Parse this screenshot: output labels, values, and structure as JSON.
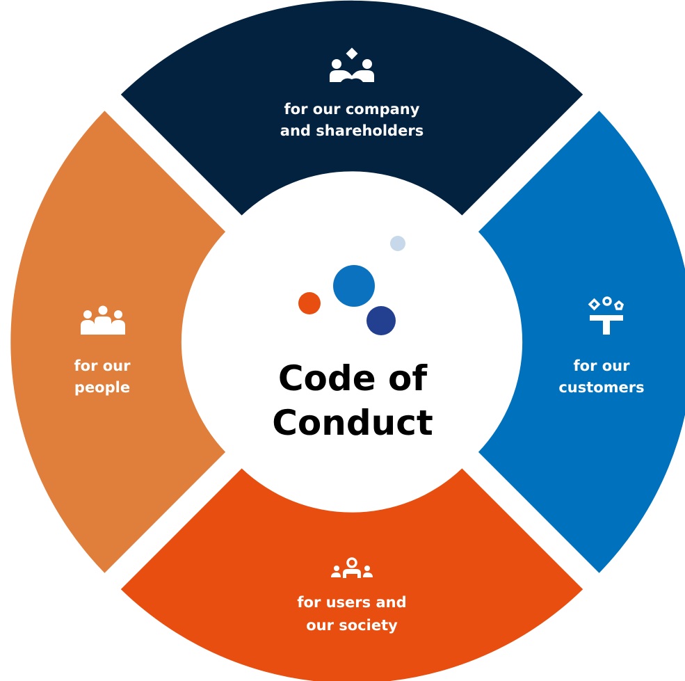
{
  "center": {
    "title_line1": "Code of",
    "title_line2": "Conduct"
  },
  "segments": {
    "top": {
      "label_line1": "for our company",
      "label_line2": "and shareholders",
      "icon": "people-handshake-diamond-icon",
      "color": "#022240"
    },
    "right": {
      "label_line1": "for our",
      "label_line2": "customers",
      "icon": "hand-holding-shapes-icon",
      "color": "#0071BC"
    },
    "bottom": {
      "label_line1": "for users and",
      "label_line2": "our society",
      "icon": "group-of-people-icon",
      "color": "#E84E0F"
    },
    "left": {
      "label_line1": "for our",
      "label_line2": "people",
      "icon": "people-together-icon",
      "color": "#E07E3C"
    }
  },
  "dots": {
    "orange": "#E84E0F",
    "blue": "#0B72C0",
    "navy": "#233F90",
    "light": "#C7D8EB"
  },
  "background": "#FFFFFF"
}
